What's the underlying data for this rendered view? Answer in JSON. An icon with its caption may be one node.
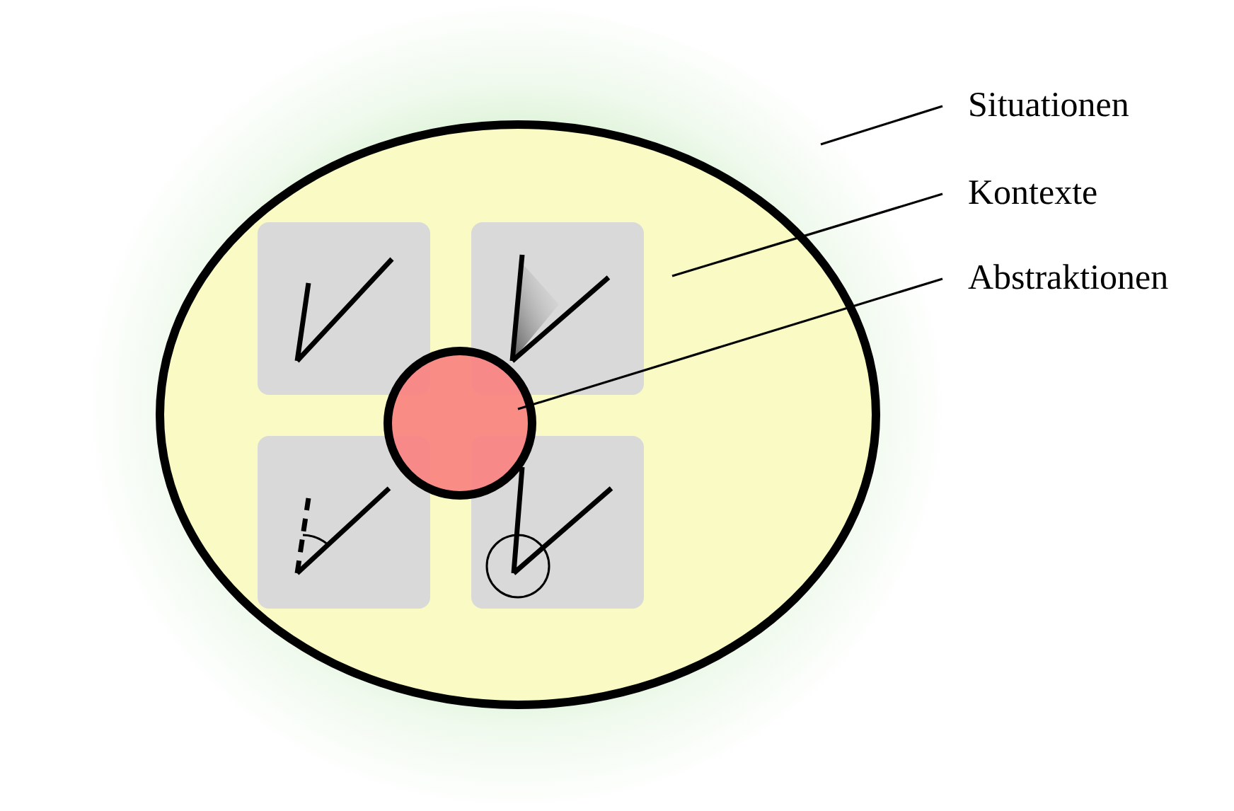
{
  "diagram": {
    "nodes": [
      {
        "text": [
          "Situationen"
        ]
      },
      {
        "text": [
          "Kontexte"
        ]
      },
      {
        "text": [
          "Abstraktionen"
        ]
      },
      {
        "text": [],
        "shape": "cloud"
      },
      {
        "text": [],
        "shape": "circle",
        "in": 3
      },
      {
        "text": [],
        "shape": "circle",
        "in": 4
      }
    ],
    "edges": [
      {
        "from": 0,
        "to": 3,
        "arrow": "none"
      },
      {
        "from": 1,
        "to": 4,
        "arrow": "none"
      },
      {
        "from": 2,
        "to": 5,
        "arrow": "none"
      }
    ]
  }
}
